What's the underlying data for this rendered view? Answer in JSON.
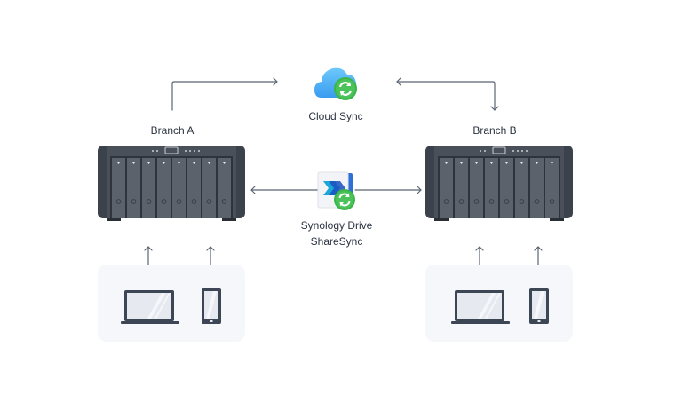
{
  "diagram": {
    "cloud_sync": {
      "label": "Cloud Sync",
      "icon": "cloud-sync-icon"
    },
    "drive_sharesync": {
      "label_line1": "Synology Drive",
      "label_line2": "ShareSync",
      "icon": "synology-drive-sharesync-icon"
    },
    "branch_a": {
      "label": "Branch A",
      "device": "nas-8-bay",
      "clients": [
        "laptop",
        "smartphone"
      ]
    },
    "branch_b": {
      "label": "Branch B",
      "device": "nas-8-bay",
      "clients": [
        "laptop",
        "smartphone"
      ]
    },
    "colors": {
      "line": "#5a6472",
      "nas_body": "#3c424b",
      "nas_bay": "#5c626b",
      "panel_bg": "#f5f7fa",
      "device_stroke": "#3d4654",
      "screen": "#e6eaf0",
      "cloud": "#4fb3f6",
      "sync_green": "#3bb54a"
    }
  }
}
